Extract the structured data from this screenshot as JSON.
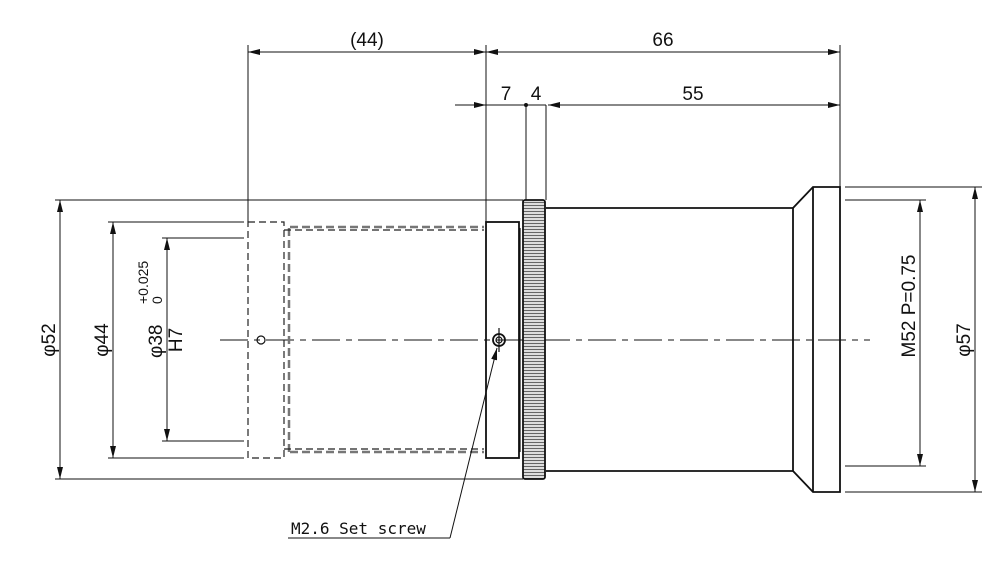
{
  "dimensions": {
    "top_left_length": "(44)",
    "overall_length": "66",
    "flange_length": "7",
    "ring_length": "4",
    "body_length": "55",
    "dia_outer_left": "φ52",
    "dia_mid_left": "φ44",
    "dia_bore": "φ38",
    "bore_tolerance_upper": "+0.025",
    "bore_tolerance_lower": "0",
    "bore_fit": "H7",
    "thread": "M52 P=0.75",
    "dia_front": "φ57"
  },
  "callouts": {
    "set_screw": "M2.6 Set screw"
  }
}
